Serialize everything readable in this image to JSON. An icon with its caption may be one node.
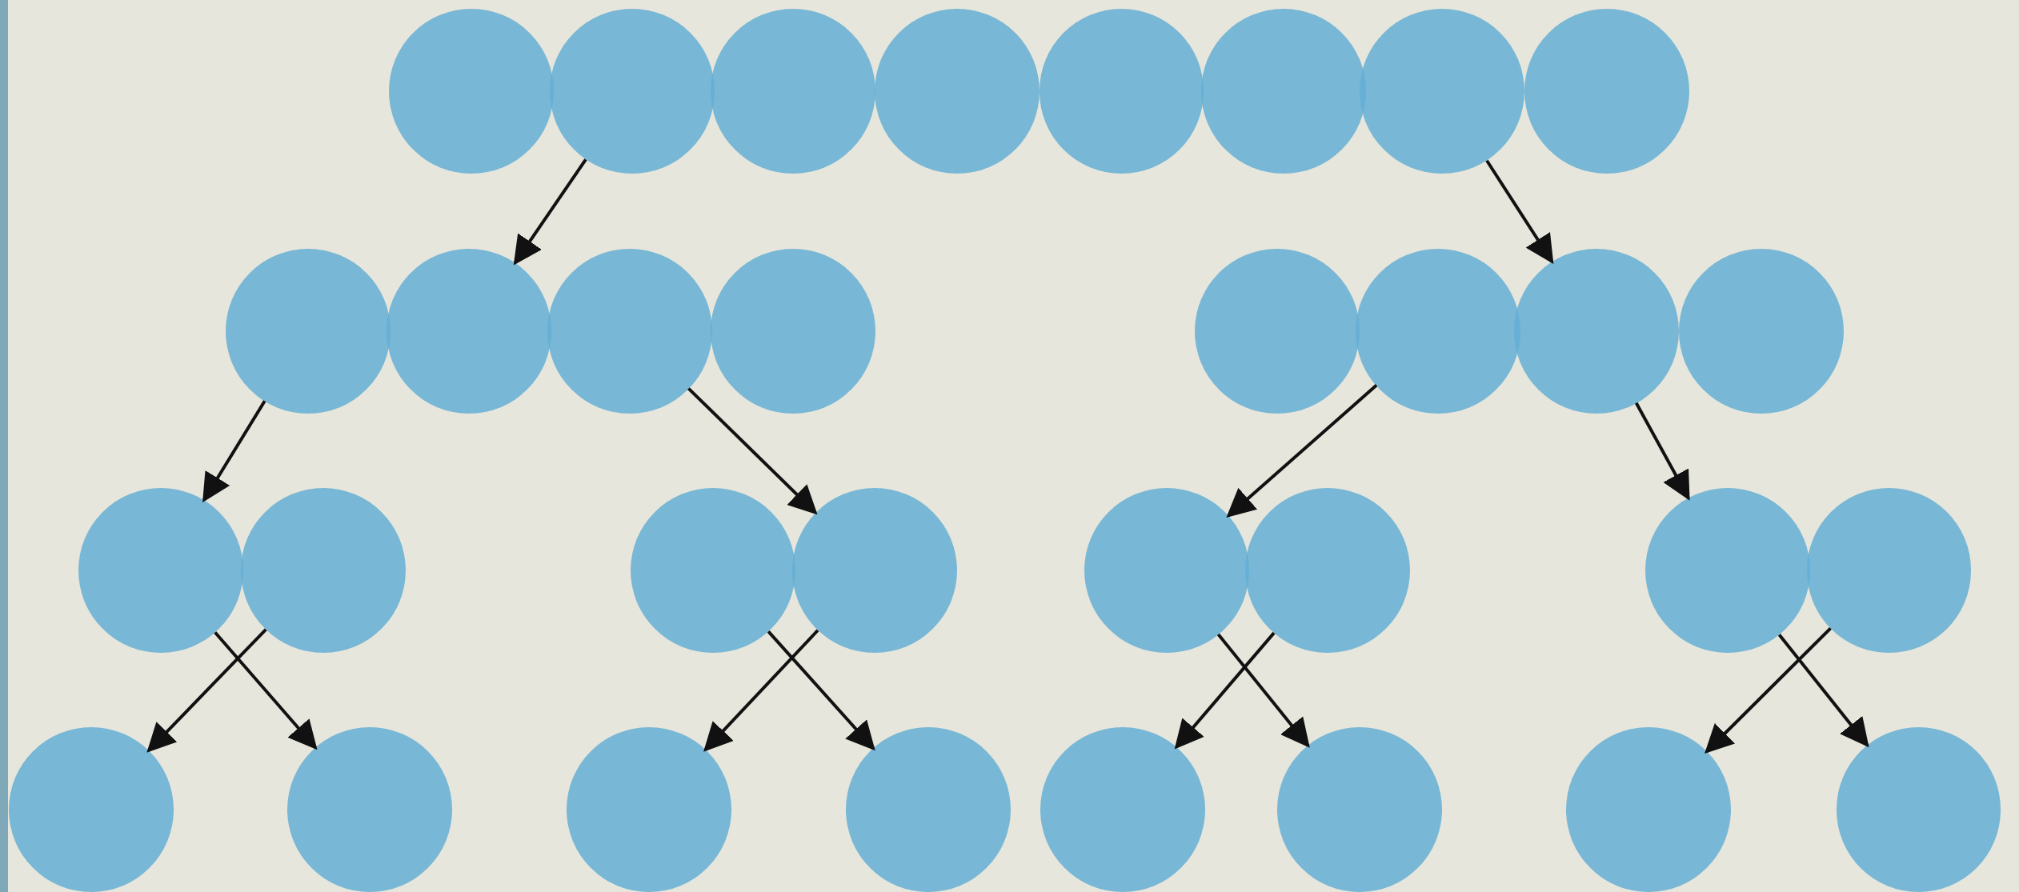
{
  "diagram": {
    "nodes": [
      {
        "text": [],
        "shape": "circle"
      },
      {
        "text": [],
        "shape": "circle"
      },
      {
        "text": [],
        "shape": "circle"
      },
      {
        "text": [],
        "shape": "circle"
      },
      {
        "text": [],
        "shape": "circle"
      },
      {
        "text": [],
        "shape": "circle"
      },
      {
        "text": [],
        "shape": "circle"
      },
      {
        "text": [],
        "shape": "circle"
      },
      {
        "text": [],
        "shape": "circle"
      },
      {
        "text": [],
        "shape": "circle"
      },
      {
        "text": [],
        "shape": "circle"
      },
      {
        "text": [],
        "shape": "circle"
      },
      {
        "text": [],
        "shape": "circle"
      },
      {
        "text": [],
        "shape": "circle"
      },
      {
        "text": [],
        "shape": "circle"
      },
      {
        "text": [],
        "shape": "circle"
      },
      {
        "text": [],
        "shape": "circle"
      },
      {
        "text": [],
        "shape": "circle"
      },
      {
        "text": [],
        "shape": "circle"
      },
      {
        "text": [],
        "shape": "circle"
      },
      {
        "text": [],
        "shape": "circle"
      },
      {
        "text": [],
        "shape": "circle"
      },
      {
        "text": [],
        "shape": "circle"
      },
      {
        "text": [],
        "shape": "circle"
      },
      {
        "text": [],
        "shape": "circle"
      },
      {
        "text": [],
        "shape": "circle"
      },
      {
        "text": [],
        "shape": "circle"
      },
      {
        "text": [],
        "shape": "circle"
      },
      {
        "text": [],
        "shape": "circle"
      },
      {
        "text": [],
        "shape": "circle"
      },
      {
        "text": [],
        "shape": "circle"
      },
      {
        "text": [],
        "shape": "circle"
      }
    ],
    "edges": [
      {
        "from": 1,
        "to": 9,
        "arrow": "to"
      },
      {
        "from": 6,
        "to": 14,
        "arrow": "to"
      },
      {
        "from": 8,
        "to": 16,
        "arrow": "to"
      },
      {
        "from": 10,
        "to": 19,
        "arrow": "to"
      },
      {
        "from": 13,
        "to": 20,
        "arrow": "to"
      },
      {
        "from": 14,
        "to": 22,
        "arrow": "to"
      },
      {
        "from": 17,
        "to": 24,
        "arrow": "to"
      },
      {
        "from": 16,
        "to": 25,
        "arrow": "to"
      },
      {
        "from": 19,
        "to": 26,
        "arrow": "to"
      },
      {
        "from": 18,
        "to": 27,
        "arrow": "to"
      },
      {
        "from": 21,
        "to": 28,
        "arrow": "to"
      },
      {
        "from": 20,
        "to": 29,
        "arrow": "to"
      },
      {
        "from": 23,
        "to": 30,
        "arrow": "to"
      },
      {
        "from": 22,
        "to": 31,
        "arrow": "to"
      }
    ]
  }
}
